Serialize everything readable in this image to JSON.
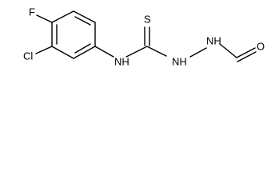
{
  "structure": {
    "atoms": {
      "fluorine": "F",
      "chlorine": "Cl",
      "sulfur": "S",
      "amine_nh": "NH",
      "hydrazine_nh_left": "NH",
      "hydrazine_nh_right": "NH",
      "oxygen": "O"
    },
    "colors": {
      "bond": "#000000",
      "label": "#000000",
      "background": "#ffffff"
    }
  }
}
